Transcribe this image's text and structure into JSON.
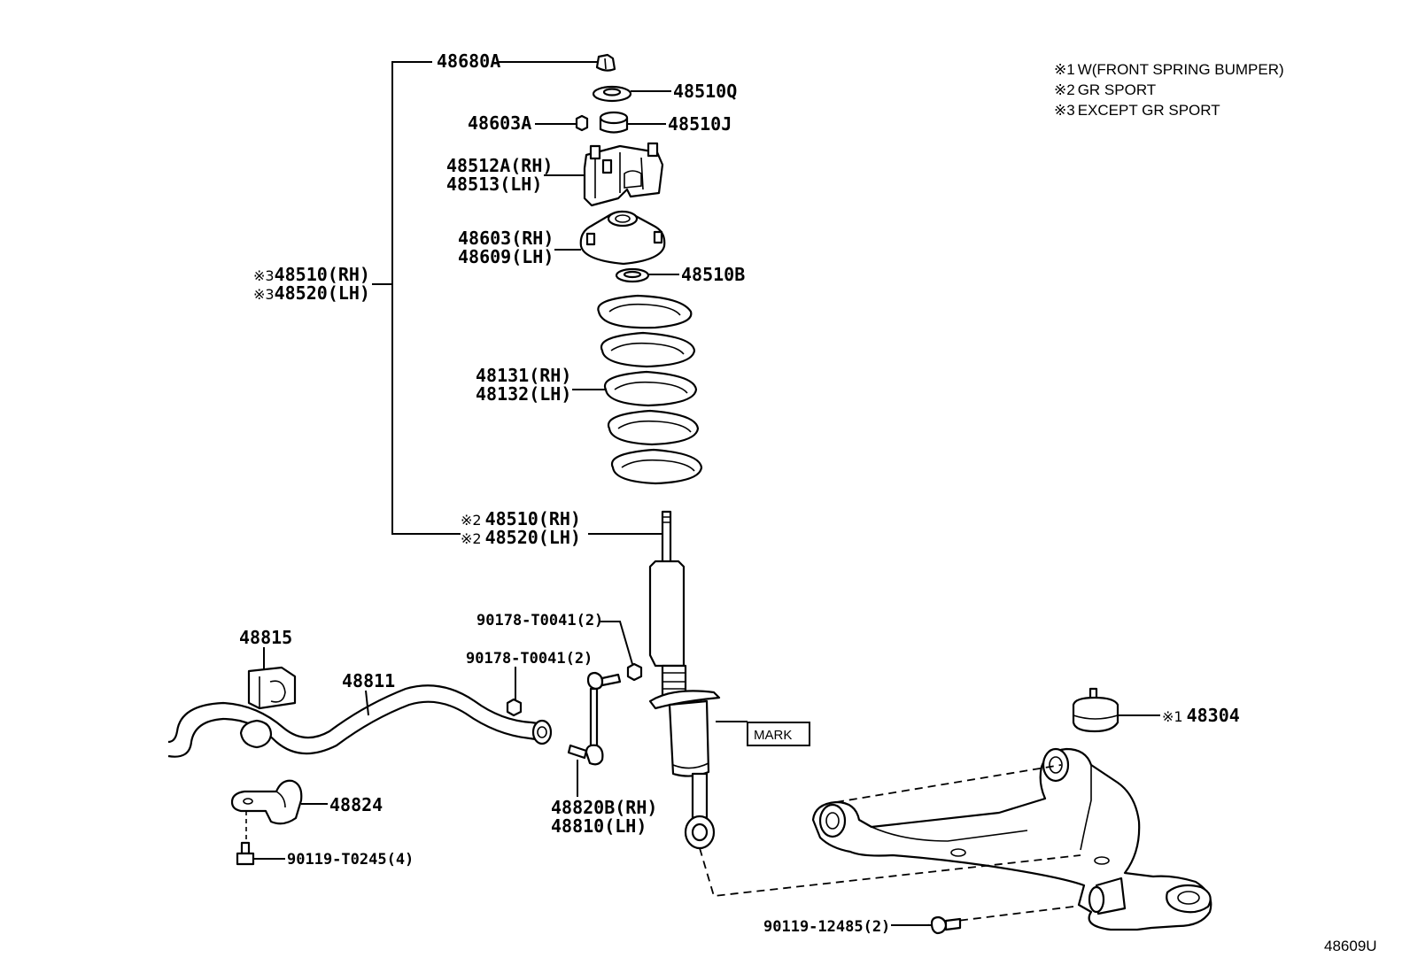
{
  "notes": [
    {
      "mark": "※1",
      "text": "W(FRONT SPRING BUMPER)"
    },
    {
      "mark": "※2",
      "text": "GR SPORT"
    },
    {
      "mark": "※3",
      "text": "EXCEPT GR SPORT"
    }
  ],
  "labels": {
    "l_48680A": "48680A",
    "l_48510Q": "48510Q",
    "l_48603A": "48603A",
    "l_48510J": "48510J",
    "l_48512A": "48512A(RH)",
    "l_48513": "48513(LH)",
    "l_48603": "48603(RH)",
    "l_48609": "48609(LH)",
    "l_48510B": "48510B",
    "l_48510_assy": "48510(RH)",
    "l_48520_assy": "48520(LH)",
    "l_48131": "48131(RH)",
    "l_48132": "48132(LH)",
    "l_48510_gr": "48510(RH)",
    "l_48520_gr": "48520(LH)",
    "l_90178_a": "90178-T0041(2)",
    "l_90178_b": "90178-T0041(2)",
    "l_48815": "48815",
    "l_48811": "48811",
    "l_mark": "MARK",
    "l_48304": "48304",
    "l_48824": "48824",
    "l_48820B": "48820B(RH)",
    "l_48810": "48810(LH)",
    "l_90119_t": "90119-T0245(4)",
    "l_90119_12485": "90119-12485(2)"
  },
  "marks": {
    "m3": "※3",
    "m2": "※2",
    "m1": "※1"
  },
  "illustration_code": "48609U"
}
